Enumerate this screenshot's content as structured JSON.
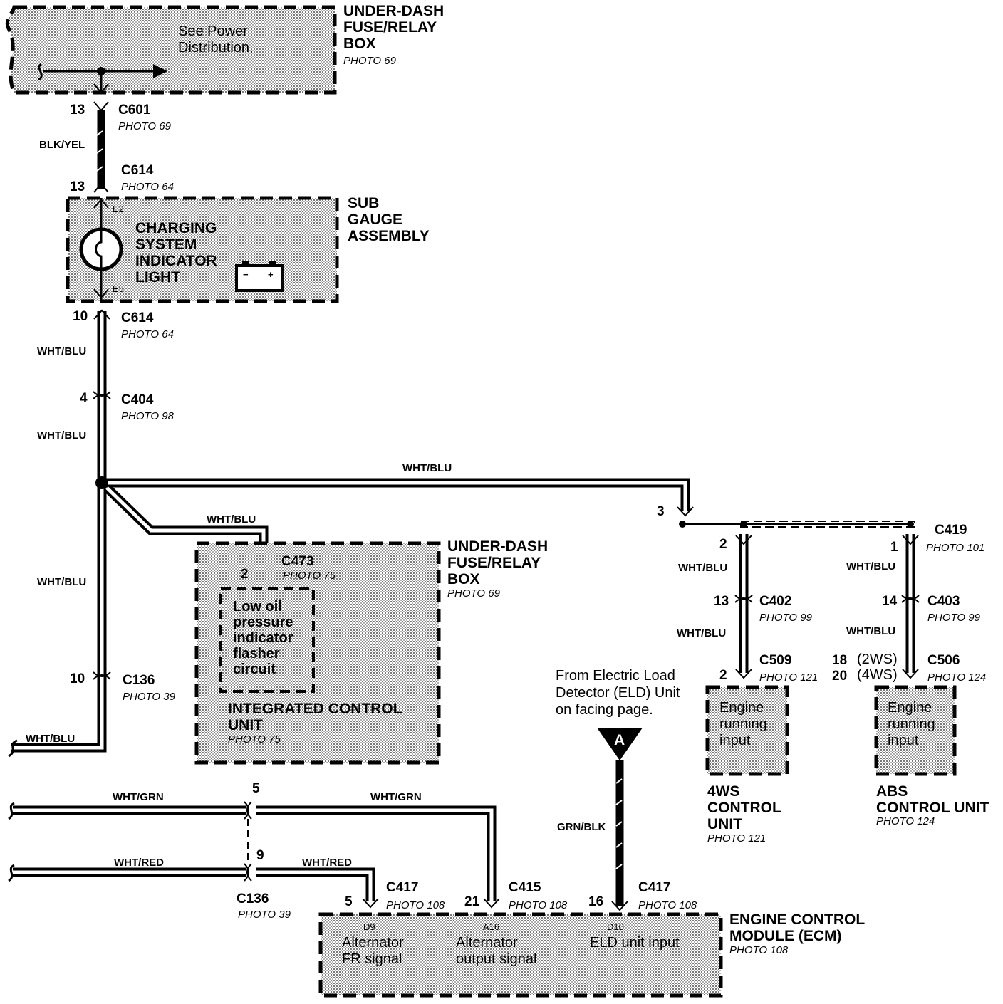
{
  "fuse_box_top": {
    "title": [
      "UNDER-DASH",
      "FUSE/RELAY",
      "BOX"
    ],
    "photo": "PHOTO 69",
    "note": [
      "See Power",
      "Distribution,"
    ]
  },
  "c601": {
    "pin": "13",
    "name": "C601",
    "photo": "PHOTO 69"
  },
  "wire_blk_yel": "BLK/YEL",
  "c614_top": {
    "pin": "13",
    "name": "C614",
    "photo": "PHOTO 64"
  },
  "sub_gauge": {
    "title": [
      "SUB",
      "GAUGE",
      "ASSEMBLY"
    ],
    "lamp": [
      "CHARGING",
      "SYSTEM",
      "INDICATOR",
      "LIGHT"
    ],
    "term_top": "E2",
    "term_bottom": "E5",
    "battery_neg": "−",
    "battery_pos": "+"
  },
  "c614_bottom": {
    "pin": "10",
    "name": "C614",
    "photo": "PHOTO 64"
  },
  "c404": {
    "pin": "4",
    "name": "C404",
    "photo": "PHOTO 98"
  },
  "c136_left": {
    "pin": "10",
    "name": "C136",
    "photo": "PHOTO 39"
  },
  "wire_labels": {
    "wht_blu": "WHT/BLU",
    "wht_grn": "WHT/GRN",
    "wht_red": "WHT/RED",
    "grn_blk": "GRN/BLK"
  },
  "c473": {
    "pin": "2",
    "name": "C473",
    "photo": "PHOTO 75"
  },
  "fuse_box_mid": {
    "title": [
      "UNDER-DASH",
      "FUSE/RELAY",
      "BOX"
    ],
    "photo": "PHOTO 69"
  },
  "icu": {
    "inner": [
      "Low oil",
      "pressure",
      "indicator",
      "flasher",
      "circuit"
    ],
    "title": [
      "INTEGRATED CONTROL",
      "UNIT"
    ],
    "photo": "PHOTO 75"
  },
  "pin3": "3",
  "c419": {
    "pin": "1",
    "name": "C419",
    "photo": "PHOTO 101"
  },
  "c402": {
    "pin_top": "2",
    "pin": "13",
    "name": "C402",
    "photo": "PHOTO 99"
  },
  "c509": {
    "pin": "2",
    "name": "C509",
    "photo": "PHOTO 121"
  },
  "c403": {
    "pin": "14",
    "name": "C403",
    "photo": "PHOTO 99"
  },
  "c506": {
    "pin_a": "18",
    "pin_b": "20",
    "var_a": "(2WS)",
    "var_b": "(4WS)",
    "name": "C506",
    "photo": "PHOTO 124"
  },
  "ws4_unit": {
    "inner": [
      "Engine",
      "running",
      "input"
    ],
    "title": [
      "4WS",
      "CONTROL",
      "UNIT"
    ],
    "photo": "PHOTO 121"
  },
  "abs_unit": {
    "inner": [
      "Engine",
      "running",
      "input"
    ],
    "title": [
      "ABS",
      "CONTROL UNIT"
    ],
    "photo": "PHOTO 124"
  },
  "eld_note": [
    "From Electric Load",
    "Detector (ELD) Unit",
    "on facing page."
  ],
  "eld_ref": "A",
  "c136_mid": {
    "pin_grn": "5",
    "pin_red": "9",
    "name": "C136",
    "photo": "PHOTO 39"
  },
  "c417_a": {
    "pin": "5",
    "name": "C417",
    "photo": "PHOTO 108"
  },
  "c415": {
    "pin": "21",
    "name": "C415",
    "photo": "PHOTO 108"
  },
  "c417_b": {
    "pin": "16",
    "name": "C417",
    "photo": "PHOTO 108"
  },
  "ecm": {
    "title": [
      "ENGINE CONTROL",
      "MODULE (ECM)"
    ],
    "photo": "PHOTO 108",
    "terminals": [
      {
        "id": "D9",
        "label": [
          "Alternator",
          "FR signal"
        ]
      },
      {
        "id": "A16",
        "label": [
          "Alternator",
          "output signal"
        ]
      },
      {
        "id": "D10",
        "label": [
          "ELD unit input"
        ]
      }
    ]
  }
}
